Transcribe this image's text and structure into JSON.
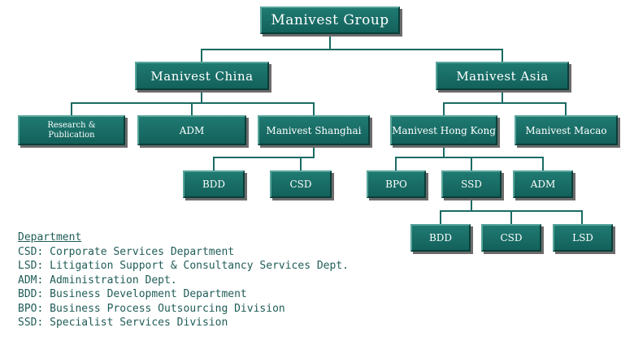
{
  "org_chart": {
    "root": "Manivest Group",
    "china": "Manivest China",
    "asia": "Manivest Asia",
    "research": "Research & Publication",
    "china_adm": "ADM",
    "shanghai": "Manivest Shanghai",
    "hong_kong": "Manivest Hong Kong",
    "macao": "Manivest Macao",
    "sh_bdd": "BDD",
    "sh_csd": "CSD",
    "hk_bpo": "BPO",
    "hk_ssd": "SSD",
    "hk_adm": "ADM",
    "ssd_bdd": "BDD",
    "ssd_csd": "CSD",
    "ssd_lsd": "LSD"
  },
  "legend": {
    "title": "Department",
    "items": [
      "CSD: Corporate Services Department",
      "LSD: Litigation Support & Consultancy Services Dept.",
      "ADM: Administration Dept.",
      "BDD: Business Development Department",
      "BPO: Business Process Outsourcing Division",
      "SSD: Specialist Services Division"
    ]
  },
  "colors": {
    "box_fill": "#17665f",
    "box_highlight": "#58a59c",
    "connector": "#1a6b64",
    "legend_text": "#1f5c57"
  }
}
